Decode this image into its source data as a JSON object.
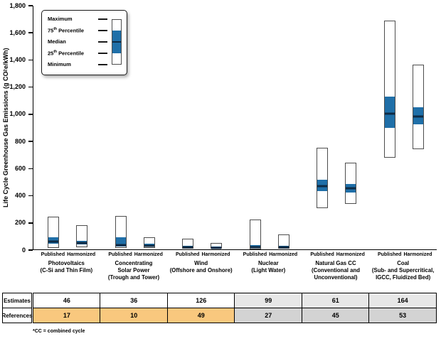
{
  "colors": {
    "iqr_fill": "#1F6FA8",
    "median": "#0E2B45",
    "box_border": "#4D4D4D",
    "axis": "#000000",
    "est_cells": [
      "#FFFFFF",
      "#FFFFFF",
      "#FFFFFF",
      "#E7E7E7",
      "#E7E7E7",
      "#E7E7E7"
    ],
    "ref_cells": [
      "#F9C87E",
      "#F9C87E",
      "#F9C87E",
      "#D3D3D3",
      "#D3D3D3",
      "#D3D3D3"
    ]
  },
  "y_axis": {
    "label_parts": [
      "Life Cycle Greenhouse Gas Emissions (g CO",
      "2",
      "e/kWh)"
    ]
  },
  "legend": {
    "items": [
      {
        "pre": "Maximum",
        "sup": "",
        "post": ""
      },
      {
        "pre": "75",
        "sup": "th",
        "post": " Percentile"
      },
      {
        "pre": "Median",
        "sup": "",
        "post": ""
      },
      {
        "pre": "25",
        "sup": "th",
        "post": " Percentile"
      },
      {
        "pre": "Minimum",
        "sup": "",
        "post": ""
      }
    ]
  },
  "table": {
    "row_labels": [
      "Estimates",
      "References"
    ],
    "estimates": [
      "46",
      "36",
      "126",
      "99",
      "61",
      "164"
    ],
    "references": [
      "17",
      "10",
      "49",
      "27",
      "45",
      "53"
    ]
  },
  "chart_data": {
    "type": "box",
    "title": "",
    "ylabel": "Life Cycle Greenhouse Gas Emissions (g CO2e/kWh)",
    "ylim": [
      0,
      1800
    ],
    "ytick_step": 200,
    "grid": false,
    "legend_position": "top-left",
    "footnote": "*CC = combined cycle",
    "groups": [
      {
        "name_lines": [
          "Photovoltaics",
          "(C-Si and Thin Film)"
        ],
        "estimates": 46,
        "references": 17,
        "series": [
          {
            "label": "Published",
            "min": 10,
            "p25": 42,
            "median": 60,
            "p75": 89,
            "max": 240
          },
          {
            "label": "Harmonized",
            "min": 18,
            "p25": 38,
            "median": 48,
            "p75": 62,
            "max": 180
          }
        ]
      },
      {
        "name_lines": [
          "Concentrating",
          "Solar Power",
          "(Trough and Tower)"
        ],
        "estimates": 36,
        "references": 10,
        "series": [
          {
            "label": "Published",
            "min": 12,
            "p25": 22,
            "median": 33,
            "p75": 89,
            "max": 245
          },
          {
            "label": "Harmonized",
            "min": 10,
            "p25": 20,
            "median": 28,
            "p75": 42,
            "max": 89
          }
        ]
      },
      {
        "name_lines": [
          "Wind",
          "(Offshore and Onshore)"
        ],
        "estimates": 126,
        "references": 49,
        "series": [
          {
            "label": "Published",
            "min": 3,
            "p25": 10,
            "median": 16,
            "p75": 28,
            "max": 81
          },
          {
            "label": "Harmonized",
            "min": 3,
            "p25": 8,
            "median": 12,
            "p75": 20,
            "max": 45
          }
        ]
      },
      {
        "name_lines": [
          "Nuclear",
          "(Light Water)"
        ],
        "estimates": 99,
        "references": 27,
        "series": [
          {
            "label": "Published",
            "min": 2,
            "p25": 10,
            "median": 16,
            "p75": 32,
            "max": 220
          },
          {
            "label": "Harmonized",
            "min": 4,
            "p25": 10,
            "median": 14,
            "p75": 26,
            "max": 110
          }
        ]
      },
      {
        "name_lines": [
          "Natural Gas CC",
          "(Conventional and",
          "Unconventional)"
        ],
        "estimates": 61,
        "references": 45,
        "series": [
          {
            "label": "Published",
            "min": 307,
            "p25": 432,
            "median": 469,
            "p75": 513,
            "max": 751
          },
          {
            "label": "Harmonized",
            "min": 334,
            "p25": 420,
            "median": 450,
            "p75": 482,
            "max": 642
          }
        ]
      },
      {
        "name_lines": [
          "Coal",
          "(Sub- and Supercritical,",
          "IGCC, Fluidized Bed)"
        ],
        "estimates": 164,
        "references": 53,
        "series": [
          {
            "label": "Published",
            "min": 675,
            "p25": 900,
            "median": 1001,
            "p75": 1130,
            "max": 1689
          },
          {
            "label": "Harmonized",
            "min": 738,
            "p25": 925,
            "median": 980,
            "p75": 1052,
            "max": 1365
          }
        ]
      }
    ]
  }
}
